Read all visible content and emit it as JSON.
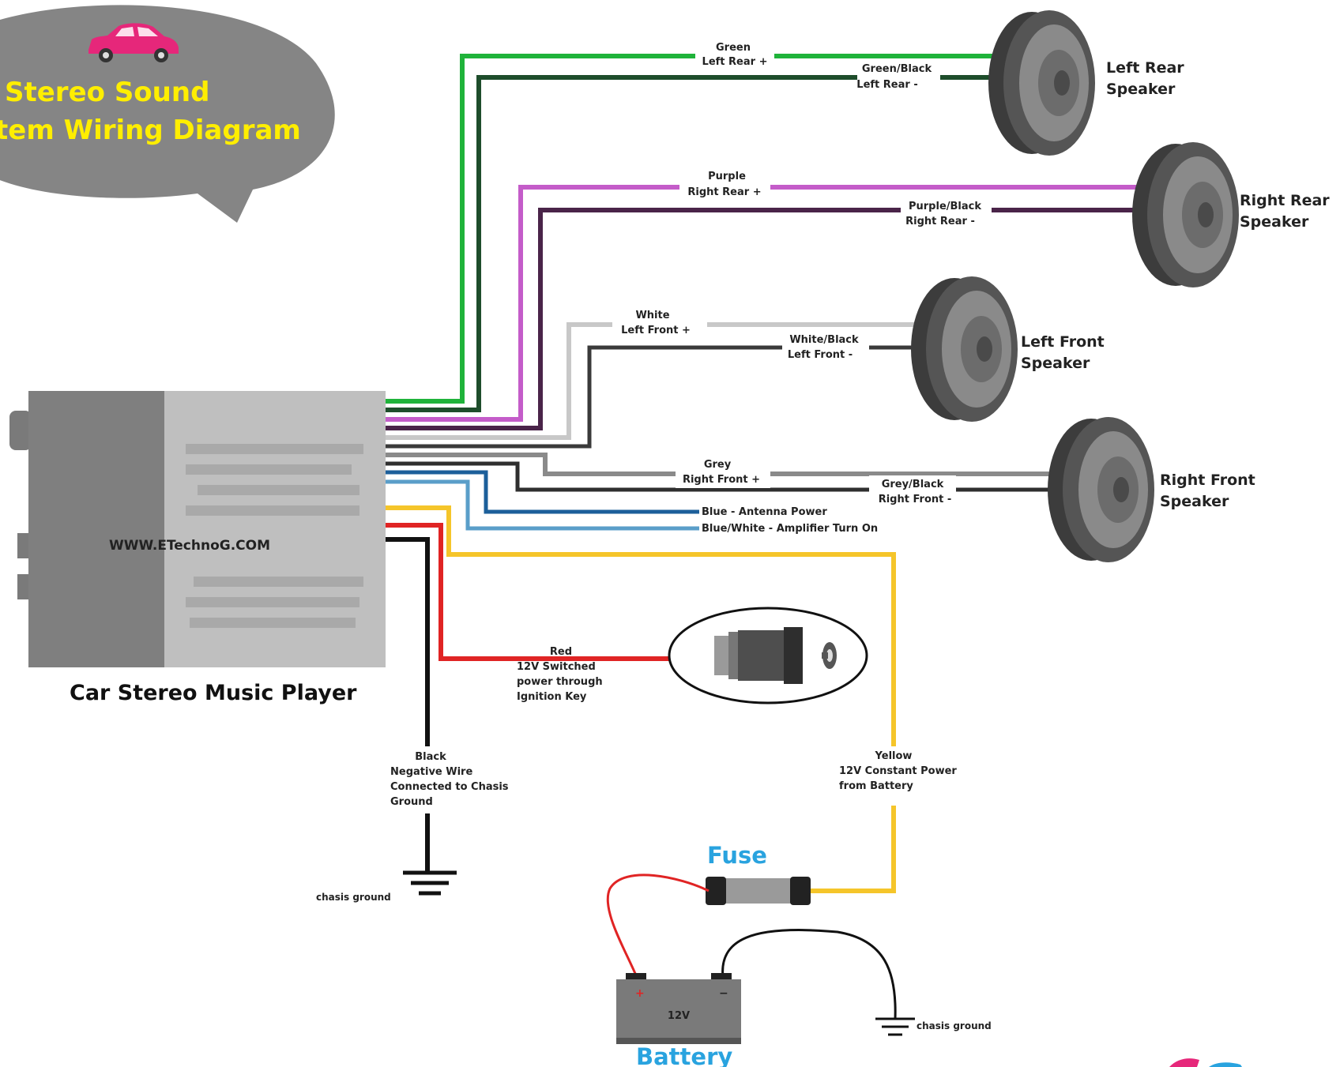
{
  "title": {
    "line1": "Stereo Sound",
    "line2": "tem Wiring Diagram"
  },
  "player": {
    "label": "Car Stereo Music Player",
    "website": "WWW.ETechnoG.COM"
  },
  "speakers": {
    "left_rear": {
      "line1": "Left Rear",
      "line2": "Speaker"
    },
    "right_rear": {
      "line1": "Right Rear",
      "line2": "Speaker"
    },
    "left_front": {
      "line1": "Left Front",
      "line2": "Speaker"
    },
    "right_front": {
      "line1": "Right Front",
      "line2": "Speaker"
    }
  },
  "wires": {
    "green": {
      "l1": "Green",
      "l2": "Left Rear +"
    },
    "green_black": {
      "l1": "Green/Black",
      "l2": "Left Rear -"
    },
    "purple": {
      "l1": "Purple",
      "l2": "Right Rear +"
    },
    "purple_black": {
      "l1": "Purple/Black",
      "l2": "Right Rear -"
    },
    "white": {
      "l1": "White",
      "l2": "Left Front +"
    },
    "white_black": {
      "l1": "White/Black",
      "l2": "Left Front -"
    },
    "grey": {
      "l1": "Grey",
      "l2": "Right Front +"
    },
    "grey_black": {
      "l1": "Grey/Black",
      "l2": "Right Front -"
    },
    "blue": "Blue - Antenna Power",
    "blue_white": "Blue/White - Amplifier Turn On",
    "red": {
      "l1": "Red",
      "l2": "12V Switched",
      "l3": "power through",
      "l4": "Ignition Key"
    },
    "black": {
      "l1": "Black",
      "l2": "Negative Wire",
      "l3": "Connected to Chasis",
      "l4": "Ground"
    },
    "yellow": {
      "l1": "Yellow",
      "l2": "12V Constant Power",
      "l3": "from Battery"
    }
  },
  "fuse": {
    "label": "Fuse"
  },
  "battery": {
    "label": "Battery",
    "voltage": "12V"
  },
  "grounds": {
    "left": "chasis ground",
    "right": "chasis ground"
  },
  "colors": {
    "green": "#1fb33a",
    "green_black": "#1e4d2b",
    "purple": "#c45cc9",
    "purple_black": "#4a2449",
    "white": "#c8c8c8",
    "white_black": "#3a3a3a",
    "grey": "#8a8a8a",
    "grey_black": "#2f2f2f",
    "blue": "#1c5f9a",
    "blue_white": "#5a9ec9",
    "yellow": "#f5c52a",
    "red": "#e02424",
    "black": "#111111",
    "title_bubble": "#858585",
    "title_text": "#ffee00",
    "accent_blue": "#29a3df",
    "car": "#e6277a"
  }
}
